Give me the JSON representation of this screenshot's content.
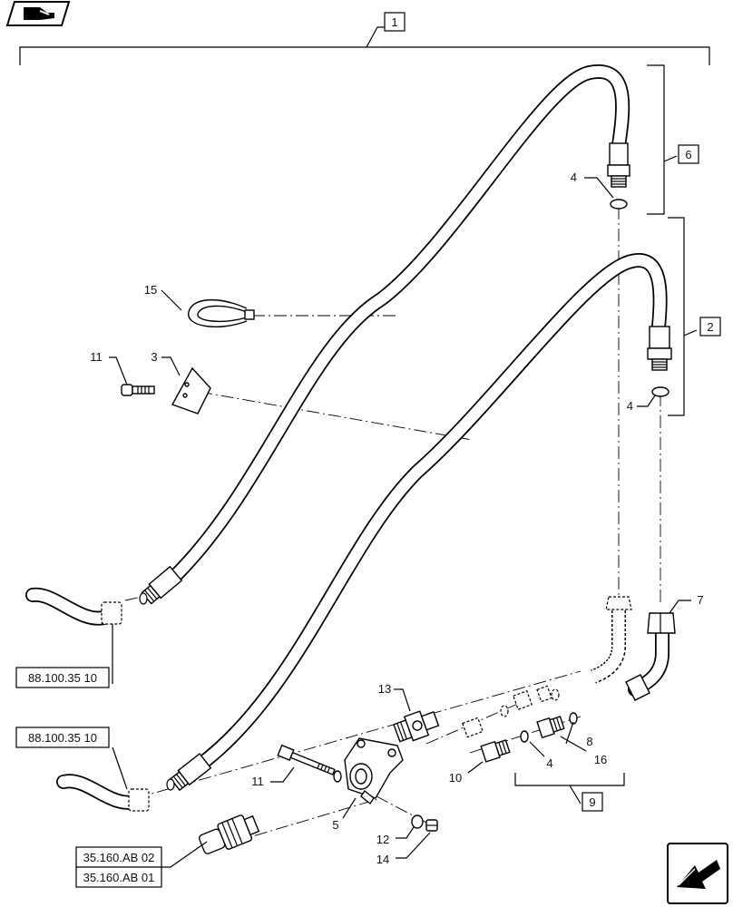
{
  "callouts": {
    "1": "1",
    "2": "2",
    "3": "3",
    "4a": "4",
    "4b": "4",
    "4c": "4",
    "5": "5",
    "6": "6",
    "7": "7",
    "8": "8",
    "9": "9",
    "10": "10",
    "11a": "11",
    "11b": "11",
    "12": "12",
    "13": "13",
    "14": "14",
    "15": "15",
    "16": "16"
  },
  "references": {
    "ref_top": "88.100.35 10",
    "ref_mid": "88.100.35 10",
    "ref_bottom_1": "35.160.AB 02",
    "ref_bottom_2": "35.160.AB 01"
  },
  "icons": {
    "top_left": "book-hand-icon",
    "bottom_right": "next-page-arrow-icon"
  }
}
